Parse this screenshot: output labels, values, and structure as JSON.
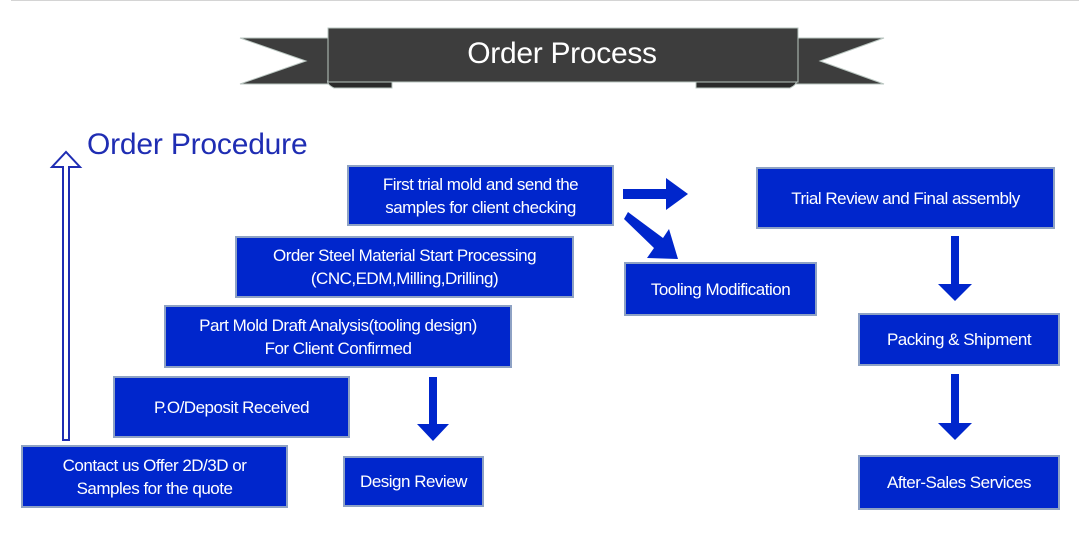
{
  "banner": {
    "title": "Order Process",
    "ribbon_color": "#3d3d3d"
  },
  "section": {
    "title": "Order Procedure",
    "title_color": "#1f2db3"
  },
  "colors": {
    "box_fill": "#0026cc",
    "box_border": "#8ea2c4",
    "arrow_fill": "#0026cc"
  },
  "steps": {
    "contact": "Contact us Offer 2D/3D or\nSamples for the quote",
    "po_deposit": "P.O/Deposit Received",
    "part_mold": "Part Mold Draft Analysis(tooling design)\nFor Client Confirmed",
    "order_steel": "Order Steel Material Start Processing\n(CNC,EDM,Milling,Drilling)",
    "first_trial": "First trial mold and send the\nsamples for client checking",
    "design_review": "Design Review",
    "tooling_modification": "Tooling Modification",
    "trial_review": "Trial Review and Final assembly",
    "packing": "Packing & Shipment",
    "after_sales": "After-Sales Services"
  },
  "connections": [
    {
      "from": "contact",
      "to": "first_trial",
      "style": "hollow-up-arrow"
    },
    {
      "from": "part_mold",
      "to": "design_review",
      "style": "down-arrow"
    },
    {
      "from": "first_trial",
      "to": "trial_review",
      "style": "right-arrow"
    },
    {
      "from": "first_trial",
      "to": "tooling_modification",
      "style": "diagonal-arrow"
    },
    {
      "from": "trial_review",
      "to": "packing",
      "style": "down-arrow"
    },
    {
      "from": "packing",
      "to": "after_sales",
      "style": "down-arrow"
    }
  ]
}
